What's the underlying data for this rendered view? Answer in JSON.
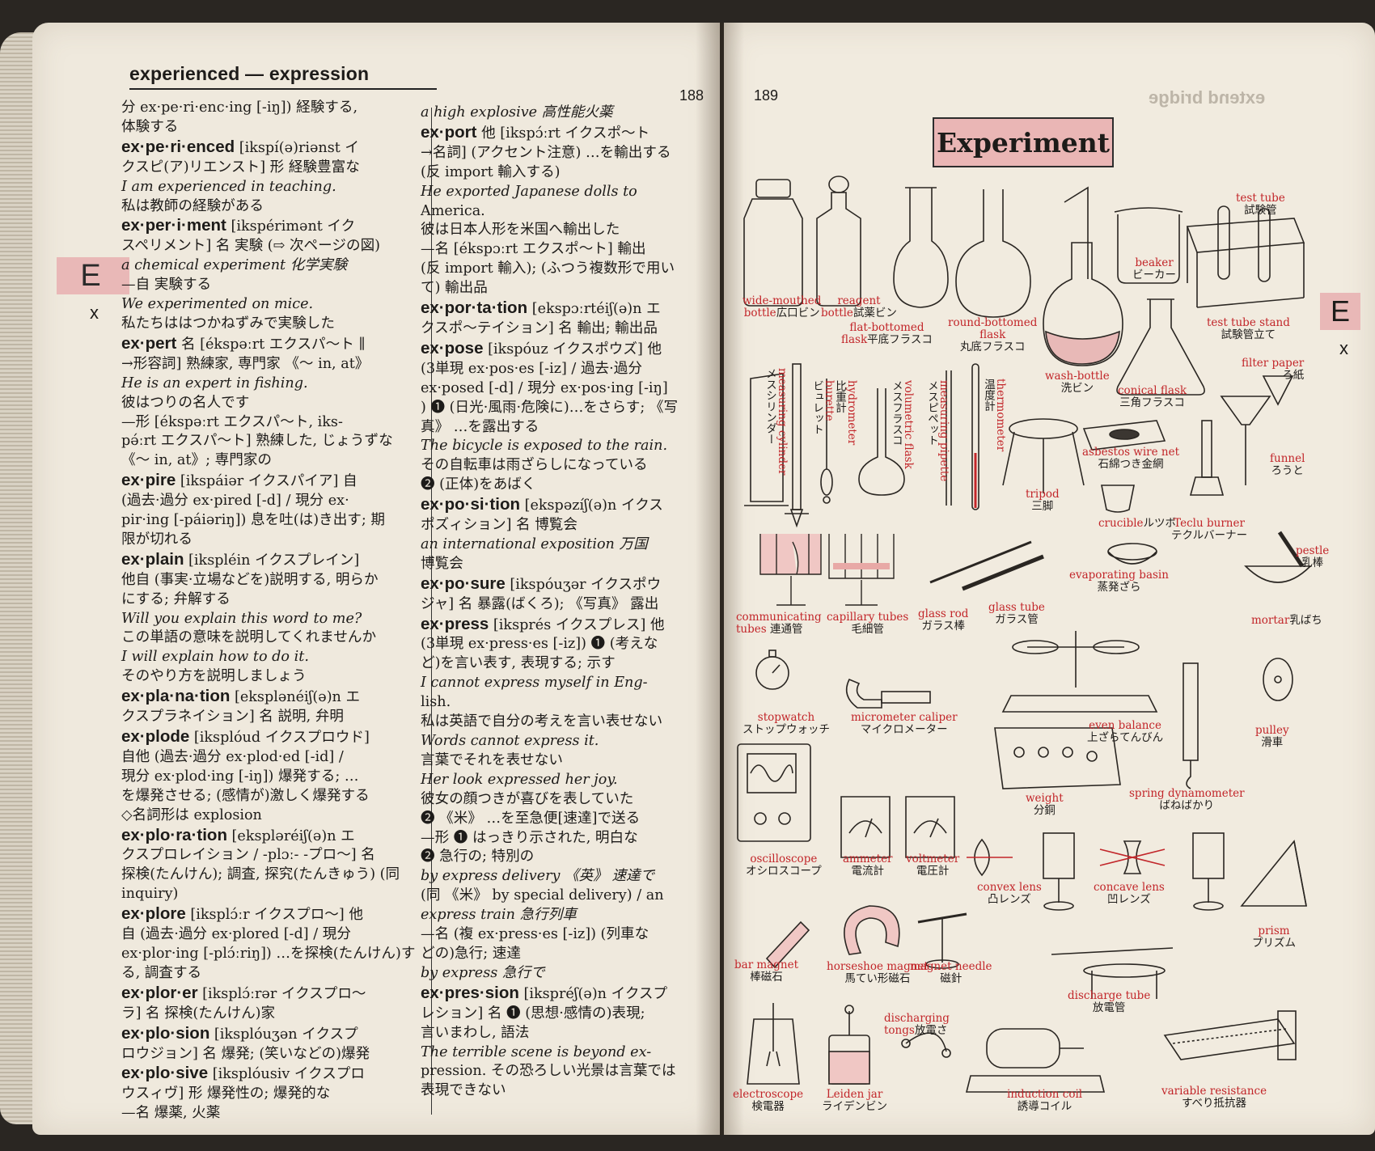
{
  "left_page": {
    "running_head": "experienced — expression",
    "page_number": "188",
    "thumb_tab": {
      "letter": "E",
      "sub": "x"
    },
    "column1": [
      {
        "line": "分 ex·pe·ri·enc·ing [-iŋ]) 経験する,"
      },
      {
        "line": "体験する"
      },
      {
        "hw": "ex·pe·ri·enced",
        "rest": " [ikspí(ə)riənst イ"
      },
      {
        "line": "クスピ(ア)リエンスト] 形 経験豊富な"
      },
      {
        "ex": "I am experienced in teaching."
      },
      {
        "line": "私は教師の経験がある"
      },
      {
        "hw": "ex·per·i·ment",
        "rest": " [ikspérimənt イク"
      },
      {
        "line": "スペリメント] 名 実験 (⇨ 次ページの図)"
      },
      {
        "ex": "a chemical experiment 化学実験"
      },
      {
        "line": "—自 実験する"
      },
      {
        "ex": "We experimented on mice."
      },
      {
        "line": "私たちははつかねずみで実験した"
      },
      {
        "hw": "ex·pert",
        "rest": " 名 [ékspəːrt エクスパ～ト ∥"
      },
      {
        "line": "→形容詞] 熟練家, 専門家 《～ in, at》"
      },
      {
        "ex": "He is an expert in fishing."
      },
      {
        "line": "彼はつりの名人です"
      },
      {
        "line": "—形 [ékspəːrt エクスパ～ト, iks-"
      },
      {
        "line": "pə́ːrt エクスパ～ト] 熟練した, じょうずな"
      },
      {
        "line": "《～ in, at》; 専門家の"
      },
      {
        "hw": "ex·pire",
        "rest": " [ikspáiər イクスパイア] 自"
      },
      {
        "line": "(過去·過分 ex·pired [-d] / 現分 ex·"
      },
      {
        "line": "pir·ing [-páiəriŋ]) 息を吐(は)き出す; 期"
      },
      {
        "line": "限が切れる"
      },
      {
        "hw": "ex·plain",
        "rest": " [ikspléin イクスプレイン]"
      },
      {
        "line": "他自 (事実·立場などを)説明する, 明らか"
      },
      {
        "line": "にする; 弁解する"
      },
      {
        "ex": "Will you explain this word to me?"
      },
      {
        "line": "この単語の意味を説明してくれませんか"
      },
      {
        "ex": "I will explain how to do it."
      },
      {
        "line": "そのやり方を説明しましょう"
      },
      {
        "hw": "ex·pla·na·tion",
        "rest": " [eksplənéiʃ(ə)n エ"
      },
      {
        "line": "クスプラネイション] 名 説明, 弁明"
      },
      {
        "hw": "ex·plode",
        "rest": " [iksplóud イクスプロウド]"
      },
      {
        "line": "自他 (過去·過分 ex·plod·ed [-id] /"
      },
      {
        "line": "現分 ex·plod·ing [-iŋ]) 爆発する; …"
      },
      {
        "line": "を爆発させる; (感情が)激しく爆発する"
      },
      {
        "line": "◇名詞形は explosion"
      },
      {
        "hw": "ex·plo·ra·tion",
        "rest": " [ekspləréiʃ(ə)n エ"
      },
      {
        "line": "クスプロレイション / -plɔː- -プロ～] 名"
      },
      {
        "line": "探検(たんけん); 調査, 探究(たんきゅう) (同 inquiry)"
      },
      {
        "hw": "ex·plore",
        "rest": " [iksplɔ́ːr イクスプロ～] 他"
      },
      {
        "line": "自 (過去·過分 ex·plored [-d] / 現分"
      },
      {
        "line": "ex·plor·ing [-plɔ́ːriŋ]) …を探検(たんけん)す"
      },
      {
        "line": "る, 調査する"
      },
      {
        "hw": "ex·plor·er",
        "rest": " [iksplɔ́ːrər イクスプロ～"
      },
      {
        "line": "ラ] 名 探検(たんけん)家"
      },
      {
        "hw": "ex·plo·sion",
        "rest": " [iksplóuʒən イクスプ"
      },
      {
        "line": "ロウジョン] 名 爆発; (笑いなどの)爆発"
      },
      {
        "hw": "ex·plo·sive",
        "rest": " [iksplóusiv イクスプロ"
      },
      {
        "line": "ウスィヴ] 形 爆発性の; 爆発的な"
      },
      {
        "line": "—名 爆薬, 火薬"
      }
    ],
    "column2": [
      {
        "ex": "a high explosive 高性能火薬"
      },
      {
        "hw": "ex·port",
        "rest": " 他 [ikspɔ́ːrt イクスポ～ト"
      },
      {
        "line": "→名詞] (アクセント注意) …を輸出する"
      },
      {
        "line": "(反 import 輸入する)"
      },
      {
        "ex": "He exported Japanese dolls to"
      },
      {
        "line": "America."
      },
      {
        "line": "彼は日本人形を米国へ輸出した"
      },
      {
        "line": "—名 [ékspɔːrt エクスポ～ト] 輸出"
      },
      {
        "line": "(反 import 輸入); (ふつう複数形で用い"
      },
      {
        "line": "て) 輸出品"
      },
      {
        "hw": "ex·por·ta·tion",
        "rest": " [ekspɔːrtéiʃ(ə)n エ"
      },
      {
        "line": "クスポ～テイション] 名 輸出; 輸出品"
      },
      {
        "hw": "ex·pose",
        "rest": " [ikspóuz イクスポウズ] 他"
      },
      {
        "line": "(3単現 ex·pos·es [-iz] / 過去·過分"
      },
      {
        "line": "ex·posed [-d] / 現分 ex·pos·ing [-iŋ]"
      },
      {
        "line": ") ❶ (日光·風雨·危険に)…をさらす; 《写"
      },
      {
        "line": "真》 …を露出する"
      },
      {
        "ex": "The bicycle is exposed to the rain."
      },
      {
        "line": "その自転車は雨ざらしになっている"
      },
      {
        "line": "❷ (正体)をあばく"
      },
      {
        "hw": "ex·po·si·tion",
        "rest": " [ekspəzíʃ(ə)n イクス"
      },
      {
        "line": "ポズィション] 名 博覧会"
      },
      {
        "ex": "an international exposition 万国"
      },
      {
        "line": "博覧会"
      },
      {
        "hw": "ex·po·sure",
        "rest": " [ikspóuʒər イクスポウ"
      },
      {
        "line": "ジャ] 名 暴露(ばくろ); 《写真》 露出"
      },
      {
        "hw": "ex·press",
        "rest": " [iksprés イクスプレス] 他"
      },
      {
        "line": "(3単現 ex·press·es [-iz]) ❶ (考えな"
      },
      {
        "line": "ど)を言い表す, 表現する; 示す"
      },
      {
        "ex": "I cannot express myself in Eng-"
      },
      {
        "line": "lish."
      },
      {
        "line": "私は英語で自分の考えを言い表せない"
      },
      {
        "ex": "Words cannot express it."
      },
      {
        "line": "言葉でそれを表せない"
      },
      {
        "ex": "Her look expressed her joy."
      },
      {
        "line": "彼女の顔つきが喜びを表していた"
      },
      {
        "line": "❷ 《米》 …を至急便[速達]で送る"
      },
      {
        "line": "—形 ❶ はっきり示された, 明白な"
      },
      {
        "line": "❷ 急行の; 特別の"
      },
      {
        "ex": "by express delivery 《英》 速達で"
      },
      {
        "line": "(同 《米》 by special delivery) / an"
      },
      {
        "ex": "express train 急行列車"
      },
      {
        "line": "—名 (複 ex·press·es [-iz]) (列車な"
      },
      {
        "line": "どの)急行; 速達"
      },
      {
        "ex": "by express 急行で"
      },
      {
        "hw": "ex·pres·sion",
        "rest": " [ikspréʃ(ə)n イクスプ"
      },
      {
        "line": "レション] 名 ❶ (思想·感情の)表現;"
      },
      {
        "line": "言いまわし, 語法"
      },
      {
        "ex": "The terrible scene is beyond ex-"
      },
      {
        "line": "pression. その恐ろしい光景は言葉では"
      },
      {
        "line": "表現できない"
      }
    ]
  },
  "right_page": {
    "page_number": "189",
    "title": "Experiment",
    "thumb_tab": {
      "letter": "E",
      "sub": "x"
    },
    "mirror_head": "extend bridge",
    "labels": {
      "wide_mouthed_bottle": {
        "en": "wide-mouthed",
        "en2": "bottle",
        "jp": "広口ビン"
      },
      "reagent_bottle": {
        "en": "reagent",
        "en2": "bottle",
        "jp": "試薬ビン"
      },
      "flat_bottomed_flask": {
        "en": "flat-bottomed",
        "en2": "flask",
        "jp": "平底フラスコ"
      },
      "round_bottomed_flask": {
        "en": "round-bottomed",
        "en2": "flask",
        "jp": "丸底フラスコ"
      },
      "wash_bottle": {
        "en": "wash-bottle",
        "jp": "洗ビン"
      },
      "beaker": {
        "en": "beaker",
        "jp": "ビーカー"
      },
      "test_tube": {
        "en": "test tube",
        "jp": "試験管"
      },
      "test_tube_stand": {
        "en": "test tube stand",
        "jp": "試験管立て"
      },
      "conical_flask": {
        "en": "conical flask",
        "jp": "三角フラスコ"
      },
      "filter_paper": {
        "en": "filter paper",
        "jp": "ろ紙"
      },
      "funnel": {
        "en": "funnel",
        "jp": "ろうと"
      },
      "measuring_cylinder": {
        "en": "measuring cylinder",
        "jp": "メスシリンダー"
      },
      "burette": {
        "en": "burette",
        "jp": "ビュレット"
      },
      "hydrometer": {
        "en": "hydrometer",
        "jp": "比重計"
      },
      "volumetric_flask": {
        "en": "volumetric flask",
        "jp": "メスフラスコ"
      },
      "measuring_pipette": {
        "en": "measuring pipette",
        "jp": "メスピペット"
      },
      "thermometer": {
        "en": "thermometer",
        "jp": "温度計"
      },
      "tripod": {
        "en": "tripod",
        "jp": "三脚"
      },
      "asbestos_wire_net": {
        "en": "asbestos wire net",
        "jp": "石綿つき金網"
      },
      "crucible": {
        "en": "crucible",
        "jp": "ルツボ"
      },
      "teclu_burner": {
        "en": "Teclu burner",
        "jp": "テクルバーナー"
      },
      "pestle": {
        "en": "pestle",
        "jp": "乳棒"
      },
      "evaporating_basin": {
        "en": "evaporating basin",
        "jp": "蒸発ざら"
      },
      "mortar": {
        "en": "mortar",
        "jp": "乳ばち"
      },
      "communicating_tubes": {
        "en": "communicating",
        "en2": "tubes",
        "jp": "連通管"
      },
      "capillary_tubes": {
        "en": "capillary tubes",
        "jp": "毛細管"
      },
      "glass_rod": {
        "en": "glass rod",
        "jp": "ガラス棒"
      },
      "glass_tube": {
        "en": "glass tube",
        "jp": "ガラス管"
      },
      "stopwatch": {
        "en": "stopwatch",
        "jp": "ストップウォッチ"
      },
      "micrometer_caliper": {
        "en": "micrometer caliper",
        "jp": "マイクロメーター"
      },
      "even_balance": {
        "en": "even balance",
        "jp": "上ざらてんびん"
      },
      "pulley": {
        "en": "pulley",
        "jp": "滑車"
      },
      "weight": {
        "en": "weight",
        "jp": "分銅"
      },
      "spring_dynamometer": {
        "en": "spring dynamometer",
        "jp": "ばねばかり"
      },
      "oscilloscope": {
        "en": "oscilloscope",
        "jp": "オシロスコープ"
      },
      "ammeter": {
        "en": "ammeter",
        "jp": "電流計"
      },
      "voltmeter": {
        "en": "voltmeter",
        "jp": "電圧計"
      },
      "convex_lens": {
        "en": "convex lens",
        "jp": "凸レンズ"
      },
      "concave_lens": {
        "en": "concave lens",
        "jp": "凹レンズ"
      },
      "prism": {
        "en": "prism",
        "jp": "プリズム"
      },
      "bar_magnet": {
        "en": "bar magnet",
        "jp": "棒磁石"
      },
      "horseshoe_magnet": {
        "en": "horseshoe magnet",
        "jp": "馬てい形磁石"
      },
      "magnet_needle": {
        "en": "magnet needle",
        "jp": "磁針"
      },
      "discharge_tube": {
        "en": "discharge tube",
        "jp": "放電管"
      },
      "discharging_tongs": {
        "en": "discharging",
        "en2": "tongs",
        "jp": "放電さ"
      },
      "electroscope": {
        "en": "electroscope",
        "jp": "検電器"
      },
      "leiden_jar": {
        "en": "Leiden jar",
        "jp": "ライデンビン"
      },
      "induction_coil": {
        "en": "induction coil",
        "jp": "誘導コイル"
      },
      "variable_resistance": {
        "en": "variable resistance",
        "jp": "すべり抵抗器"
      }
    }
  },
  "colors": {
    "accent": "#c2262a",
    "tab": "#e9b8b7",
    "paper": "#efe9dd"
  }
}
